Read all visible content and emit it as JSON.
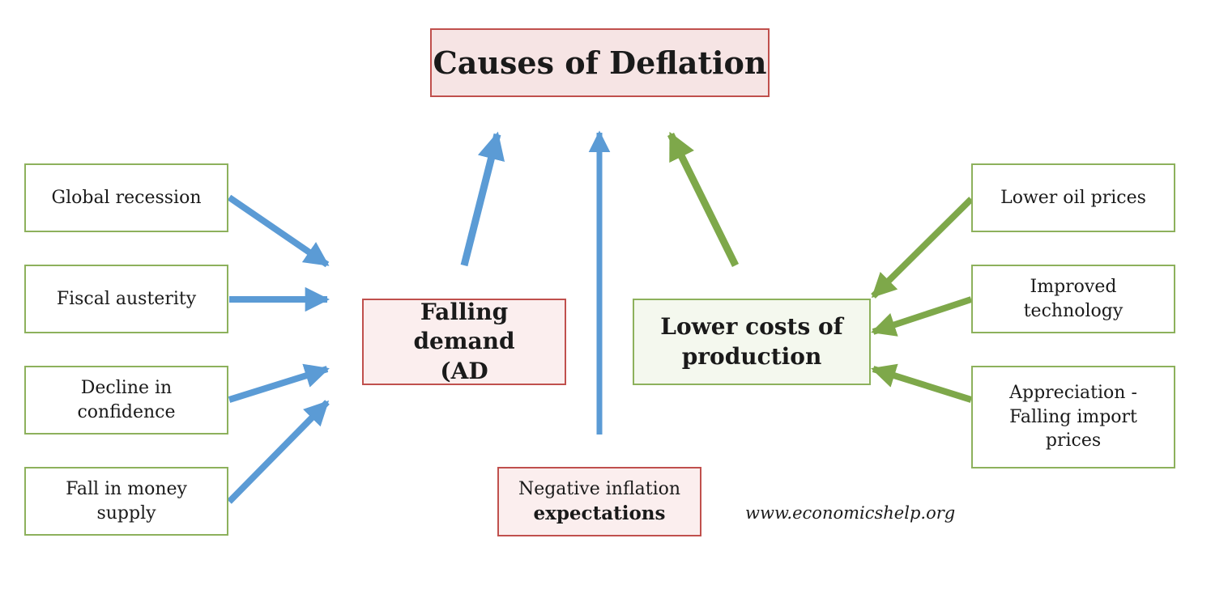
{
  "title": "Causes of Deflation",
  "left_factors": [
    {
      "label": "Global recession"
    },
    {
      "label": "Fiscal austerity"
    },
    {
      "label": "Decline in confidence"
    },
    {
      "label": "Fall in money supply"
    }
  ],
  "right_factors": [
    {
      "label": "Lower oil prices"
    },
    {
      "label": "Improved technology"
    },
    {
      "label": "Appreciation - Falling import prices"
    }
  ],
  "falling_demand": "Falling demand (AD",
  "lower_costs": "Lower costs of production",
  "expectations": {
    "line1": "Negative inflation",
    "line2": "expectations"
  },
  "source": "www.economicshelp.org",
  "colors": {
    "blue_arrow": "#5b9bd5",
    "green_arrow": "#7ea84a",
    "green_border": "#8db15c",
    "red_border": "#c0504d"
  }
}
